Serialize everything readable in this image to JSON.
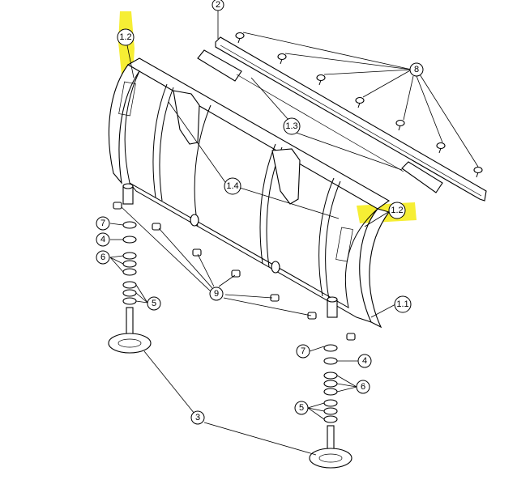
{
  "highlight_color": "#f5ec1e",
  "callouts": {
    "c2": "2",
    "c8": "8",
    "c12a": "1.2",
    "c12b": "1.2",
    "c13": "1.3",
    "c14": "1.4",
    "c11": "1.1",
    "c9": "9",
    "c3": "3",
    "left_7": "7",
    "left_4": "4",
    "left_6": "6",
    "left_5": "5",
    "right_7": "7",
    "right_4": "4",
    "right_6": "6",
    "right_5": "5"
  }
}
